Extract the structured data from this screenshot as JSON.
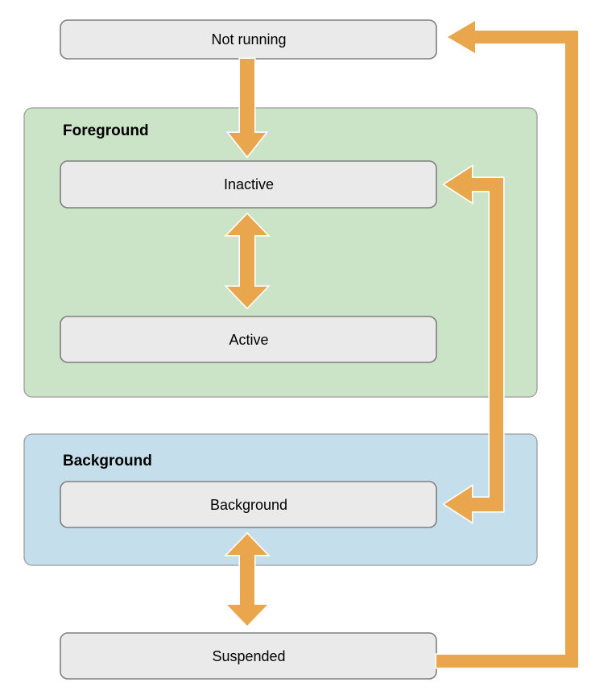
{
  "diagram": {
    "groups": {
      "foreground": {
        "label": "Foreground"
      },
      "background": {
        "label": "Background"
      }
    },
    "states": {
      "not_running": {
        "label": "Not running"
      },
      "inactive": {
        "label": "Inactive"
      },
      "active": {
        "label": "Active"
      },
      "background": {
        "label": "Background"
      },
      "suspended": {
        "label": "Suspended"
      }
    },
    "colors": {
      "arrow_fill": "#EAA64C",
      "arrow_outline": "#FFFFFF",
      "foreground_group_fill": "#CBE3C6",
      "background_group_fill": "#C4DFEB",
      "state_fill": "#E9EAE9",
      "state_border": "#7F7F7F",
      "group_border": "#9B9B9B",
      "canvas_background": "#FFFFFF",
      "text": "#000000"
    }
  }
}
